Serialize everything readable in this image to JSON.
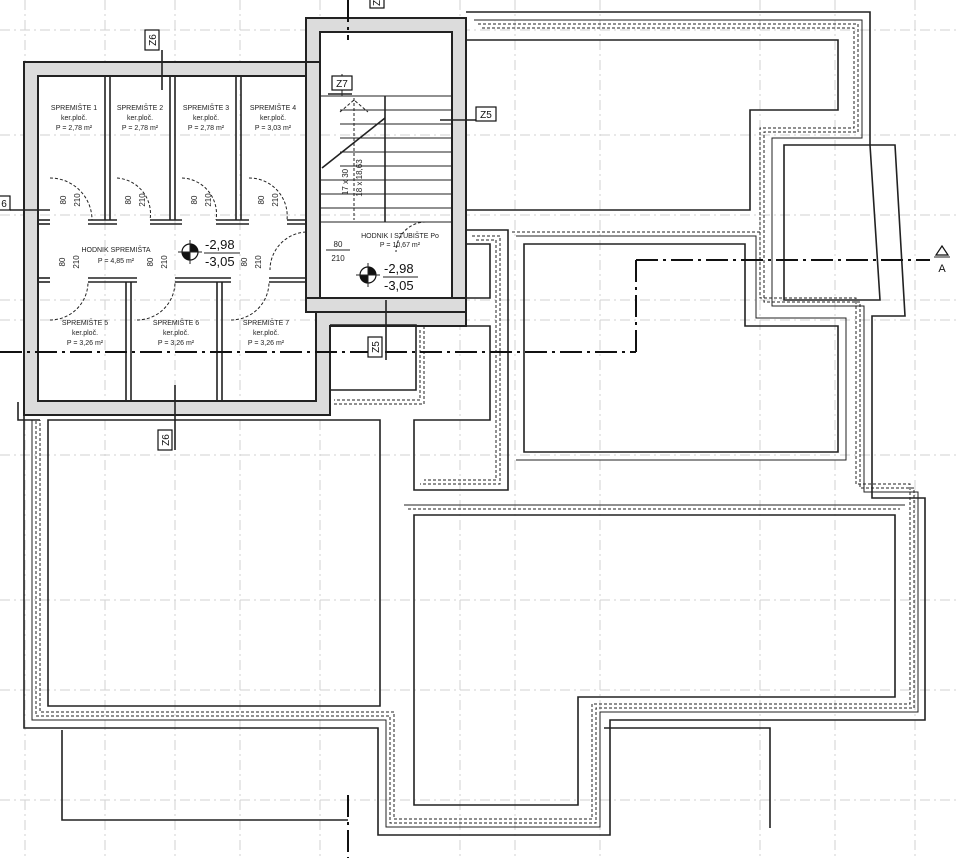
{
  "rooms": [
    {
      "name": "SPREMIŠTE 1",
      "finish": "ker.ploč.",
      "area": "P = 2,78 m²"
    },
    {
      "name": "SPREMIŠTE 2",
      "finish": "ker.ploč.",
      "area": "P = 2,78 m²"
    },
    {
      "name": "SPREMIŠTE 3",
      "finish": "ker.ploč.",
      "area": "P = 2,78 m²"
    },
    {
      "name": "SPREMIŠTE 4",
      "finish": "ker.ploč.",
      "area": "P = 3,03 m²"
    },
    {
      "name": "HODNIK SPREMIŠTA",
      "finish": "",
      "area": "P = 4,85 m²"
    },
    {
      "name": "HODNIK I STUBIŠTE Po",
      "finish": "",
      "area": "P = 10,67 m²"
    },
    {
      "name": "SPREMIŠTE 5",
      "finish": "ker.ploč.",
      "area": "P = 3,26 m²"
    },
    {
      "name": "SPREMIŠTE 6",
      "finish": "ker.ploč.",
      "area": "P = 3,26 m²"
    },
    {
      "name": "SPREMIŠTE 7",
      "finish": "ker.ploč.",
      "area": "P = 3,26 m²"
    }
  ],
  "levels": {
    "left": {
      "top": "-2,98",
      "bottom": "-3,05"
    },
    "right": {
      "top": "-2,98",
      "bottom": "-3,05"
    }
  },
  "wall_tags": [
    "Z6",
    "Z7",
    "Z5",
    "Z5",
    "Z6",
    "6",
    "Z"
  ],
  "dims": {
    "door_width": "80",
    "door_height": "210",
    "stair_a": "17 x 30",
    "stair_b": "18 x 18,63"
  },
  "section_mark": "A"
}
